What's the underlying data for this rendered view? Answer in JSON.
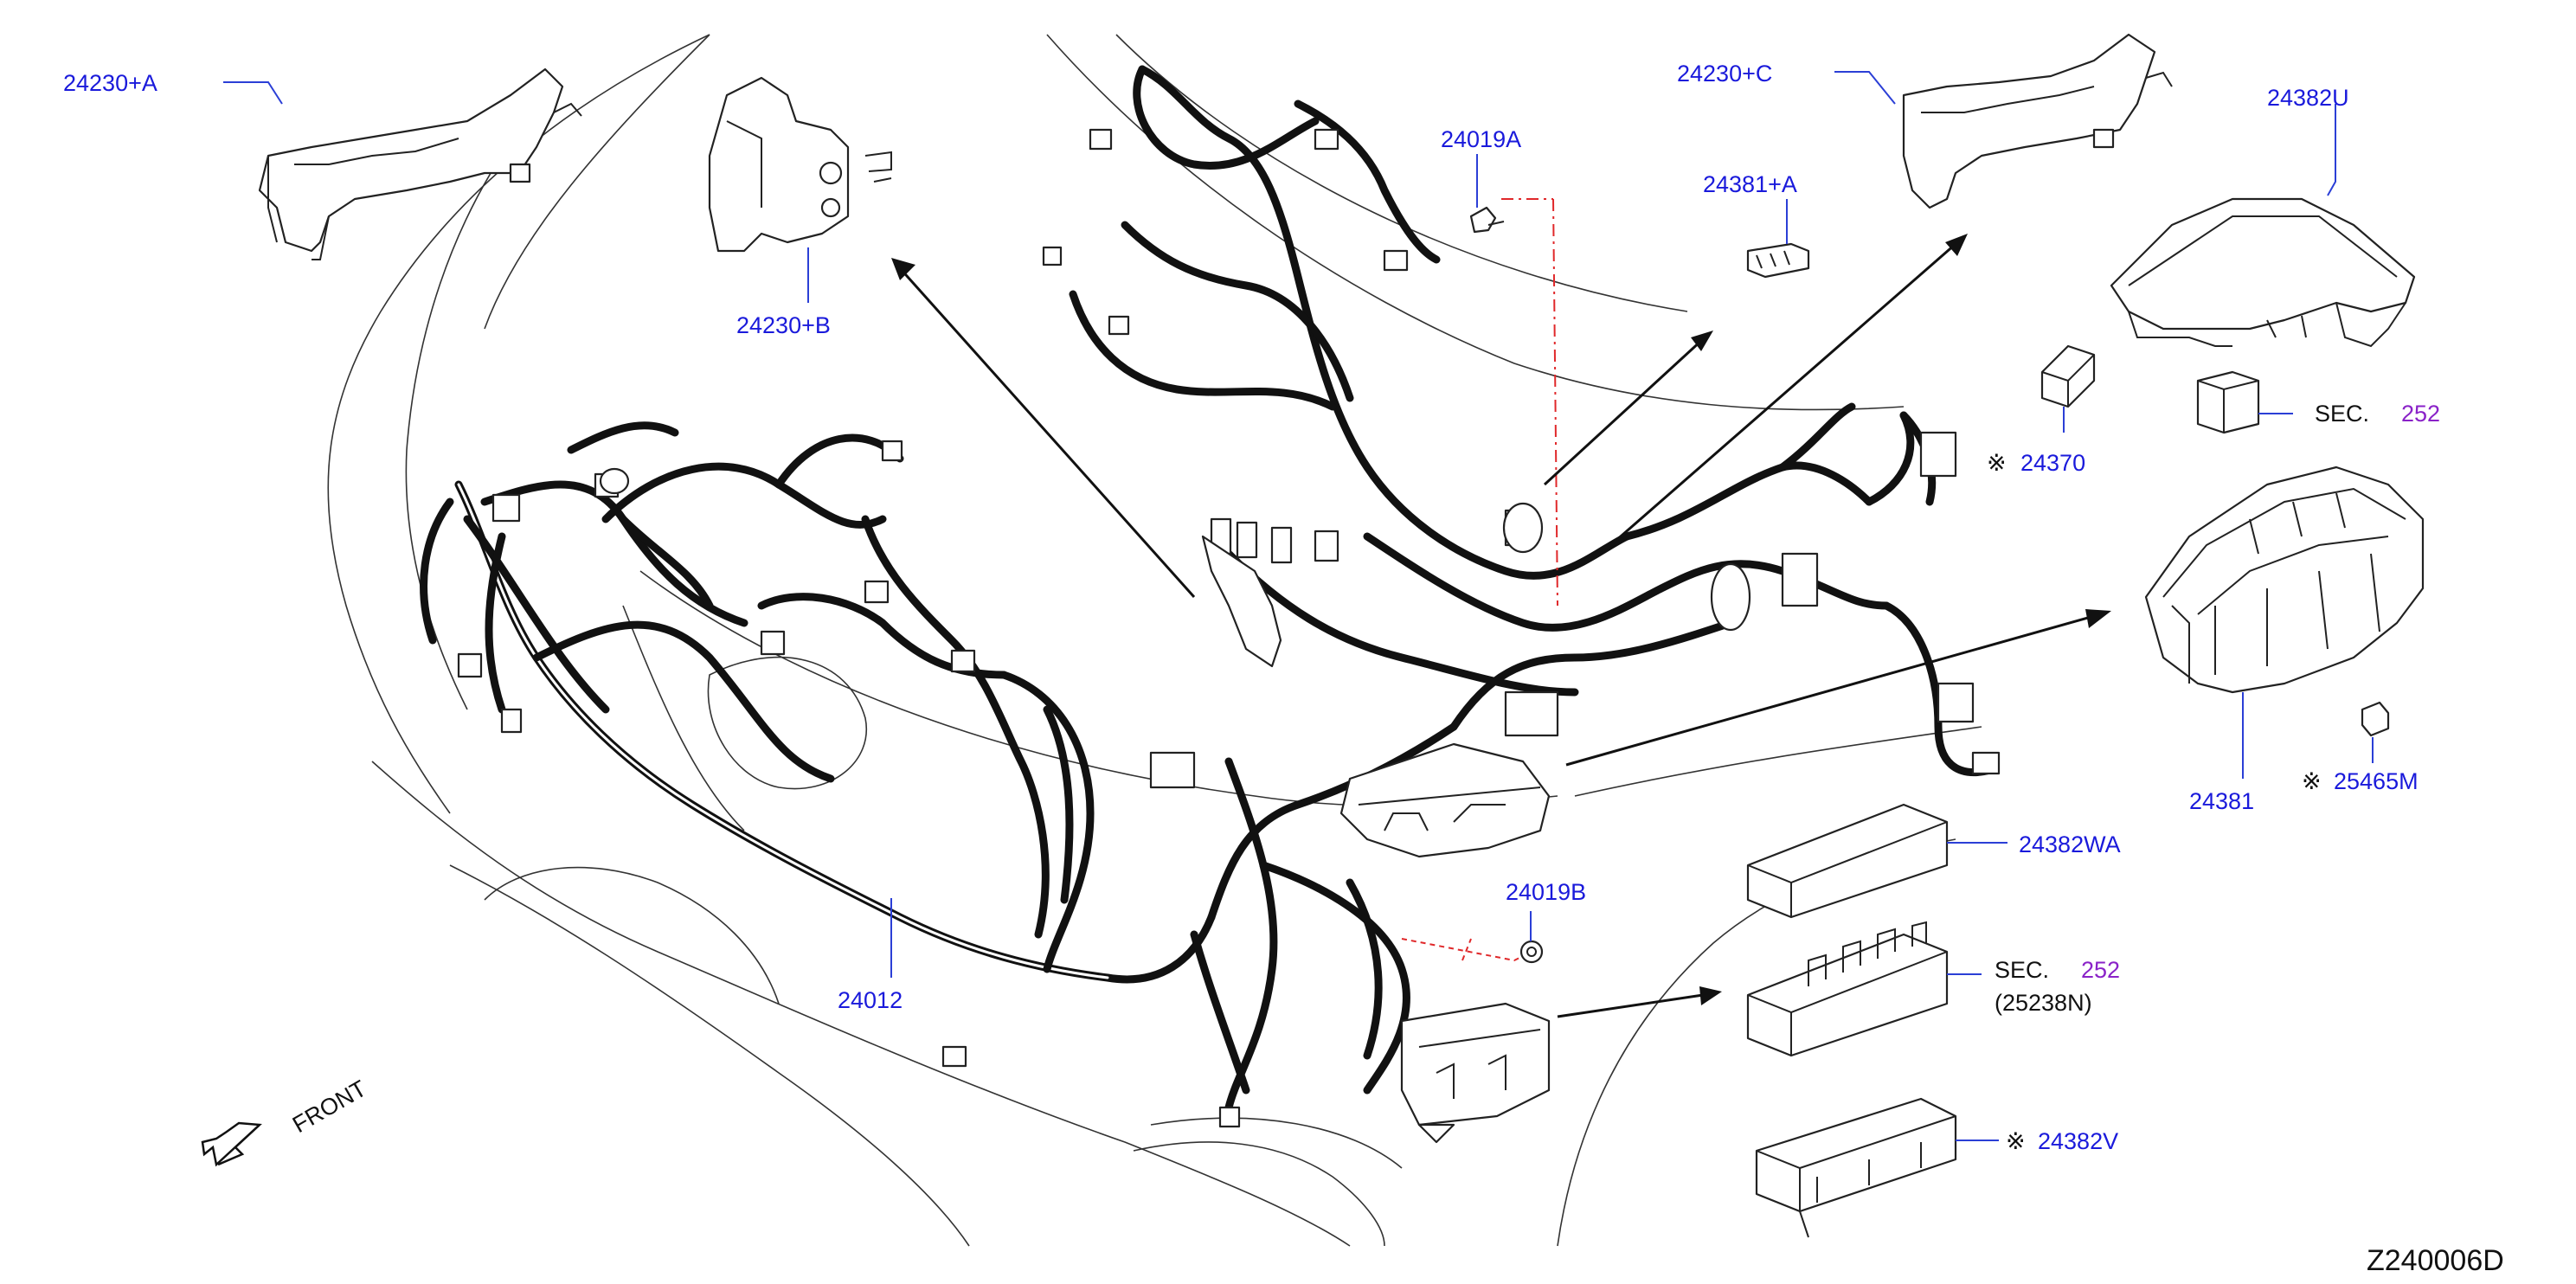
{
  "diagram": {
    "drawing_code": "Z240006D",
    "front_label": "FRONT",
    "note_mark": "※",
    "sec_prefix": "SEC.",
    "callouts": {
      "p24230A": "24230+A",
      "p24230B": "24230+B",
      "p24230C": "24230+C",
      "p24019A": "24019A",
      "p24381A": "24381+A",
      "p24382U": "24382U",
      "p24370": "24370",
      "p24381": "24381",
      "p25465M": "25465M",
      "p24382WA": "24382WA",
      "p24019B": "24019B",
      "p24012": "24012",
      "p24382V": "24382V"
    },
    "sec_refs": {
      "upper": "252",
      "lower": "252",
      "lower_part": "(25238N)"
    },
    "colors": {
      "callout": "#1a1adb",
      "section_ref": "#8a22c8",
      "centerline": "#e0282a",
      "linework": "#111111"
    }
  }
}
